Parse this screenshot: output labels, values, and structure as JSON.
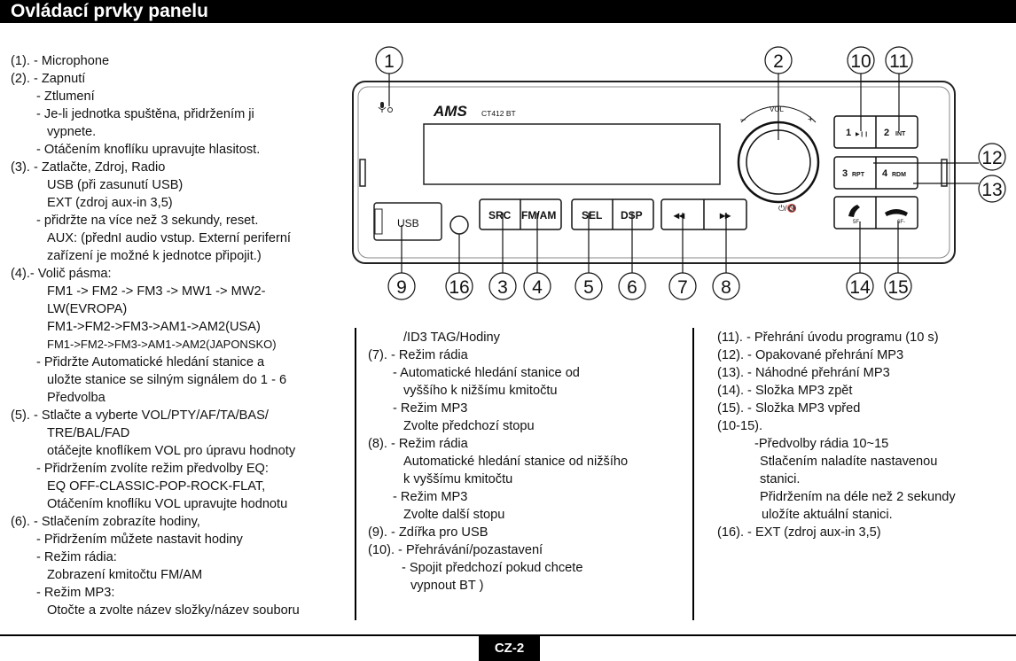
{
  "header": {
    "title": "Ovládací prvky panelu"
  },
  "diagram": {
    "brand": "AMS",
    "model": "CT412 BT",
    "vol_label": "VOL",
    "vol_minus": "–",
    "vol_plus": "+",
    "usb_label": "USB",
    "power_mute": "⏻/🔇",
    "buttons": {
      "src": "SRC",
      "fmam": "FM/AM",
      "sel": "SEL",
      "dsp": "DSP",
      "prev": "◂◂",
      "next": "▸▸",
      "b1": "1",
      "b1_sub": "▶❙❙",
      "b2": "2",
      "b2_sub": "INT",
      "b3": "3",
      "b3_sub": "RPT",
      "b4": "4",
      "b4_sub": "RDM",
      "b5_sub": "5F-",
      "b6_sub": "6F-"
    },
    "callouts": [
      "1",
      "2",
      "10",
      "11",
      "12",
      "13",
      "9",
      "16",
      "3",
      "4",
      "5",
      "6",
      "7",
      "8",
      "14",
      "15"
    ]
  },
  "col1": [
    "(1). - Microphone",
    "(2). -  Zapnutí",
    "- Ztlumení",
    "- Je-li jednotka spuštěna, přidržením ji",
    "vypnete.",
    "- Otáčením knoflíku upravujte hlasitost.",
    "(3). -  Zatlačte, Zdroj, Radio",
    "USB (při zasunutí USB)",
    "EXT (zdroj aux-in 3,5)",
    "- přidržte na více než 3 sekundy, reset.",
    "AUX: (přednI audio vstup. Externí periferní",
    "zařízení je možné k jednotce připojit.)",
    "(4).-   Volič pásma:",
    "FM1 -> FM2 -> FM3 -> MW1 -> MW2-",
    "LW(EVROPA)",
    "FM1->FM2->FM3->AM1->AM2(USA)",
    "FM1->FM2->FM3->AM1->AM2(JAPONSKO)",
    "- Přidržte Automatické hledání stanice a",
    "uložte stanice se silným signálem do 1 - 6",
    "Předvolba",
    "(5). -  Stlačte a vyberte VOL/PTY/AF/TA/BAS/",
    "TRE/BAL/FAD",
    "otáčejte knoflíkem VOL pro úpravu hodnoty",
    "- Přidržením zvolíte režim předvolby EQ:",
    "EQ OFF-CLASSIC-POP-ROCK-FLAT,",
    "Otáčením knoflíku VOL upravujte hodnotu",
    "(6). -  Stlačením zobrazíte hodiny,",
    "- Přidržením můžete nastavit hodiny",
    "- Režim rádia:",
    "Zobrazení kmitočtu FM/AM",
    "- Režim MP3:",
    "Otočte a zvolte název složky/název souboru"
  ],
  "col2": [
    "/ID3 TAG/Hodiny",
    "(7). - Režim rádia",
    "- Automatické hledání stanice od",
    "vyššího k nižšímu kmitočtu",
    "- Režim MP3",
    "Zvolte předchozí stopu",
    "(8). -  Režim rádia",
    "Automatické hledání stanice od nižšího",
    "k vyššímu kmitočtu",
    "- Režim MP3",
    "Zvolte další stopu",
    "(9). - Zdířka pro USB",
    "(10). - Přehrávání/pozastavení",
    "- Spojit předchozí pokud chcete",
    "vypnout BT )"
  ],
  "col3": [
    "(11). - Přehrání úvodu programu (10 s)",
    "(12). - Opakované přehrání MP3",
    "(13). - Náhodné přehrání MP3",
    "(14). - Složka MP3 zpět",
    "(15). - Složka MP3 vpřed",
    "(10-15).",
    "-Předvolby rádia 10~15",
    "Stlačením naladíte nastavenou",
    "stanici.",
    "Přidržením na déle než 2 sekundy",
    "uložíte aktuální stanici.",
    "(16). - EXT (zdroj aux-in 3,5)"
  ],
  "footer": {
    "page": "CZ-2"
  }
}
